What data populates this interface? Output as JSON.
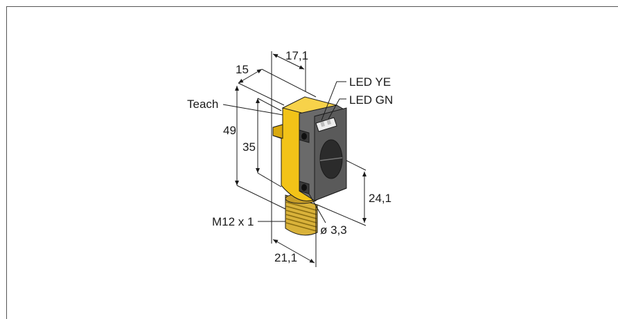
{
  "labels": {
    "dim_17_1": "17,1",
    "dim_15": "15",
    "led_ye": "LED YE",
    "led_gn": "LED GN",
    "teach": "Teach",
    "dim_49": "49",
    "dim_35": "35",
    "dim_24_1": "24,1",
    "thread": "M12 x 1",
    "hole_dia": "ø 3,3",
    "dim_21_1": "21,1"
  },
  "colors": {
    "housing_yellow": "#F2C318",
    "housing_yellow_dark": "#D9A90F",
    "face_grey": "#5A5A5A",
    "face_dark": "#2B2B2B",
    "connector_gold": "#D9B23A",
    "line": "#1a1a1a"
  }
}
